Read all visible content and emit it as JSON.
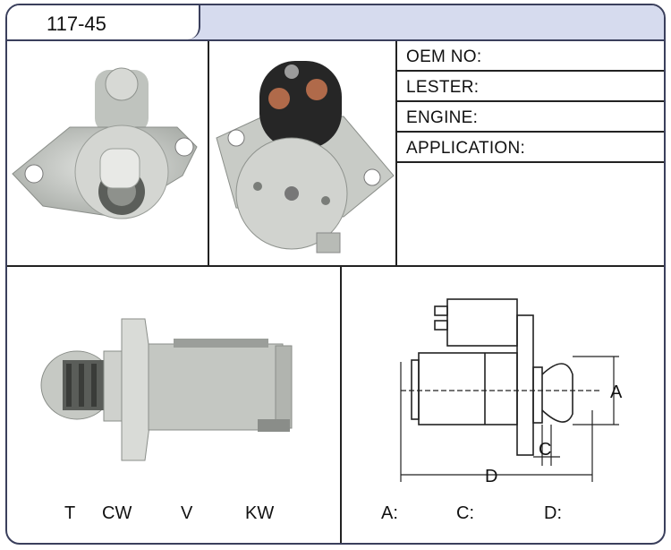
{
  "header": {
    "part_number": "117-45"
  },
  "specs": [
    {
      "label": "OEM NO:"
    },
    {
      "label": "LESTER:"
    },
    {
      "label": "ENGINE:"
    },
    {
      "label": "APPLICATION:"
    }
  ],
  "rotation_labels": {
    "t": "T",
    "cw": "CW",
    "v": "V",
    "kw": "KW"
  },
  "dimension_labels": {
    "a": "A:",
    "c": "C:",
    "d": "D:"
  },
  "diagram_marks": {
    "a": "A",
    "c": "C",
    "d": "D"
  },
  "colors": {
    "border": "#3a3f5c",
    "header_band": "#d6dbee",
    "metal": "#c9ccc8",
    "solenoid": "#2b2b2b"
  }
}
